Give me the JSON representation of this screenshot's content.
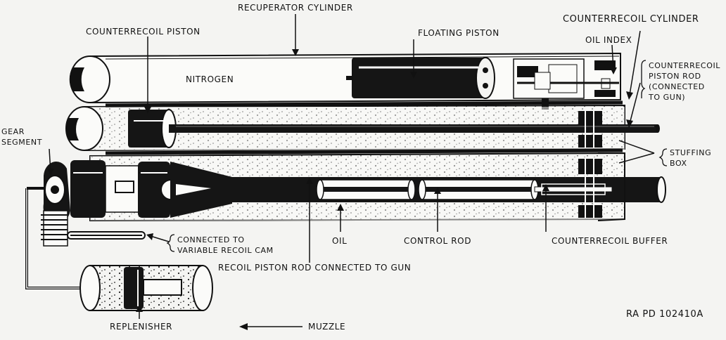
{
  "labels": {
    "recuperator_cylinder": "RECUPERATOR CYLINDER",
    "counterrecoil_cylinder": "COUNTERRECOIL CYLINDER",
    "counterrecoil_piston": "COUNTERRECOIL PISTON",
    "floating_piston": "FLOATING PISTON",
    "oil_index": "OIL INDEX",
    "nitrogen": "NITROGEN",
    "counterrecoil_piston_rod": [
      "COUNTERRECOIL",
      "PISTON ROD",
      "(CONNECTED",
      "TO GUN)"
    ],
    "gear_segment": [
      "GEAR",
      "SEGMENT"
    ],
    "stuffing_box": [
      "STUFFING",
      "BOX"
    ],
    "connected_to": [
      "CONNECTED TO",
      "VARIABLE RECOIL CAM"
    ],
    "oil": "OIL",
    "control_rod": "CONTROL ROD",
    "counterrecoil_buffer": "COUNTERRECOIL BUFFER",
    "recoil_piston_rod": "RECOIL PISTON ROD CONNECTED TO GUN",
    "replenisher": "REPLENISHER",
    "muzzle": "MUZZLE",
    "ref": "RA PD  102410A"
  },
  "colors": {
    "ink": "#111111",
    "paper": "#f4f4f2",
    "tube": "#fbfbf9"
  }
}
